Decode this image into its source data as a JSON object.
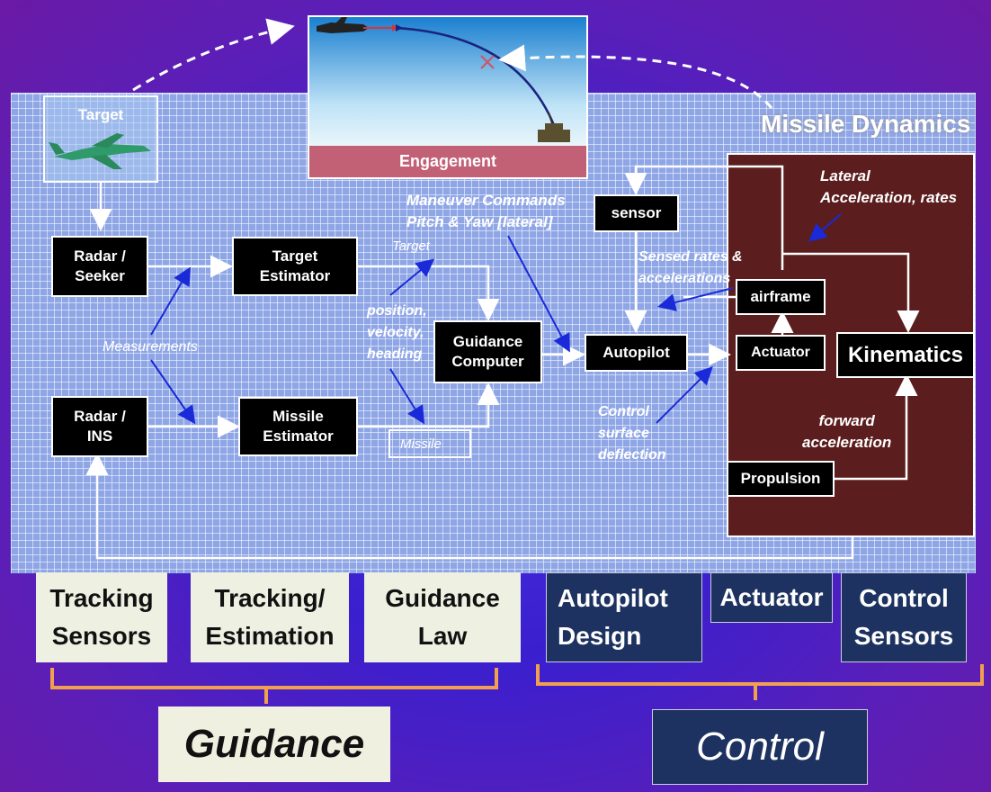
{
  "header": {
    "missile_dynamics": "Missile Dynamics",
    "engagement": "Engagement",
    "target": "Target"
  },
  "blocks": {
    "radar_seeker": [
      "Radar /",
      "Seeker"
    ],
    "radar_ins": [
      "Radar /",
      "INS"
    ],
    "target_estimator": [
      "Target",
      "Estimator"
    ],
    "missile_estimator": [
      "Missile",
      "Estimator"
    ],
    "guidance_computer": [
      "Guidance",
      "Computer"
    ],
    "autopilot": "Autopilot",
    "sensor": "sensor",
    "airframe": "airframe",
    "actuator": "Actuator",
    "kinematics": "Kinematics",
    "propulsion": "Propulsion"
  },
  "notes": {
    "measurements": "Measurements",
    "target_small": "Target",
    "missile_small": "Missile",
    "pos_vel_head": [
      "position,",
      "velocity,",
      "heading"
    ],
    "maneuver": [
      "Maneuver Commands",
      "Pitch & Yaw [lateral]"
    ],
    "sensed": [
      "Sensed rates &",
      "accelerations"
    ],
    "lateral": [
      "Lateral",
      "Acceleration, rates"
    ],
    "control_surface": [
      "Control",
      "surface",
      "deflection"
    ],
    "forward": [
      "forward",
      "acceleration"
    ]
  },
  "bottom": {
    "tracking_sensors": [
      "Tracking",
      "Sensors"
    ],
    "tracking_estimation": [
      "Tracking/",
      "Estimation"
    ],
    "guidance_law": [
      "Guidance",
      "Law"
    ],
    "autopilot_design": [
      "Autopilot",
      "Design"
    ],
    "actuator": "Actuator",
    "control_sensors": [
      "Control",
      "Sensors"
    ],
    "guidance": "Guidance",
    "control": "Control"
  },
  "colors": {
    "grid_bg": "#8fa6e6",
    "dynamics_panel": "#5b1d1d",
    "engagement_band": "#c26176",
    "bracket": "#f0a050",
    "blue_arrow": "#1a2ad8",
    "dark_box": "#1d3260"
  }
}
